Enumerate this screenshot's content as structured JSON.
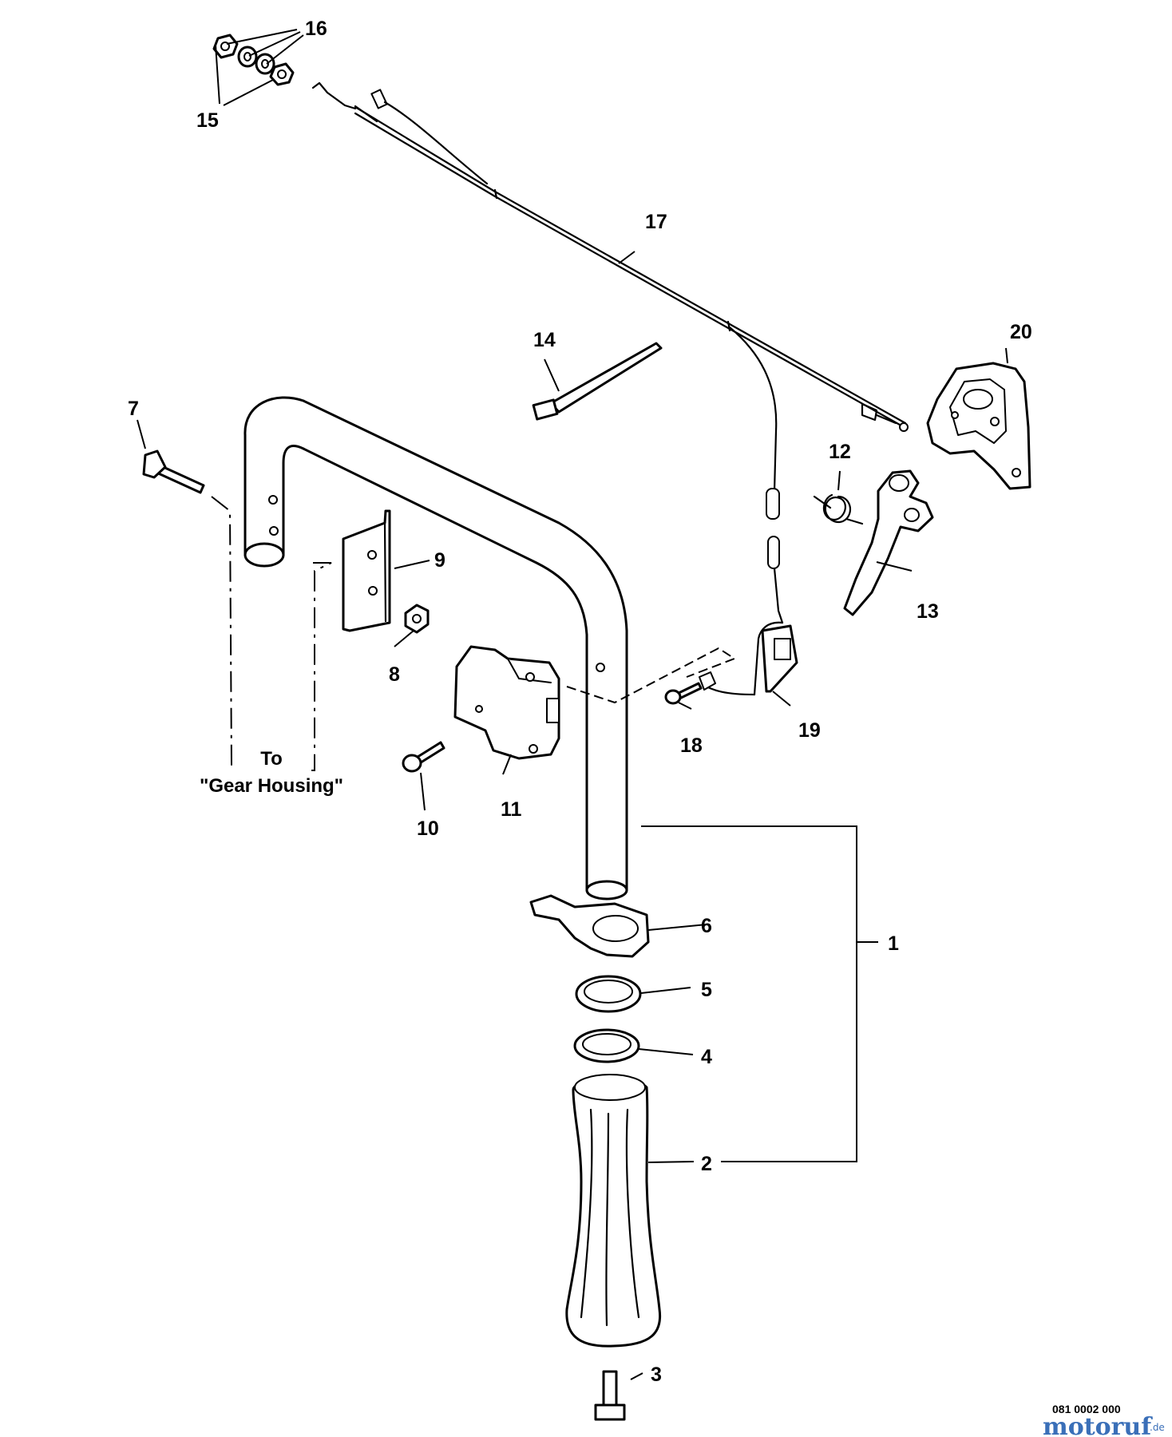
{
  "callouts": {
    "c1": "1",
    "c2": "2",
    "c3": "3",
    "c4": "4",
    "c5": "5",
    "c6": "6",
    "c7": "7",
    "c8": "8",
    "c9": "9",
    "c10": "10",
    "c11": "11",
    "c12": "12",
    "c13": "13",
    "c14": "14",
    "c15": "15",
    "c16": "16",
    "c17": "17",
    "c18": "18",
    "c19": "19",
    "c20": "20"
  },
  "note": {
    "line1": "To",
    "line2": "\"Gear Housing\""
  },
  "reference_number": "081 0002 000",
  "watermark": {
    "brand": "motoruf",
    "tld": ".de",
    "color": "#3a6fb8"
  }
}
